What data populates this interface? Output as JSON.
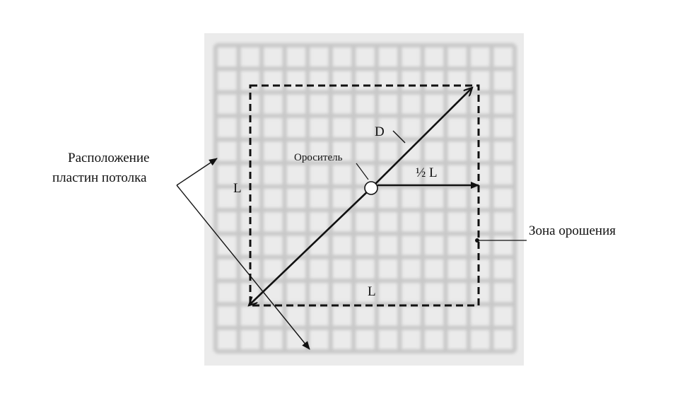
{
  "labels": {
    "ceiling_tiles_line1": "Расположение",
    "ceiling_tiles_line2": "пластин потолка",
    "sprinkler": "Ороситель",
    "diagonal": "D",
    "half_side": "½ L",
    "side_left": "L",
    "side_bottom": "L",
    "irrigation_zone": "Зона орошения"
  },
  "colors": {
    "ceiling_background": "#ebebeb",
    "tile_grid": "#c8c8c8",
    "lines": "#111111"
  }
}
